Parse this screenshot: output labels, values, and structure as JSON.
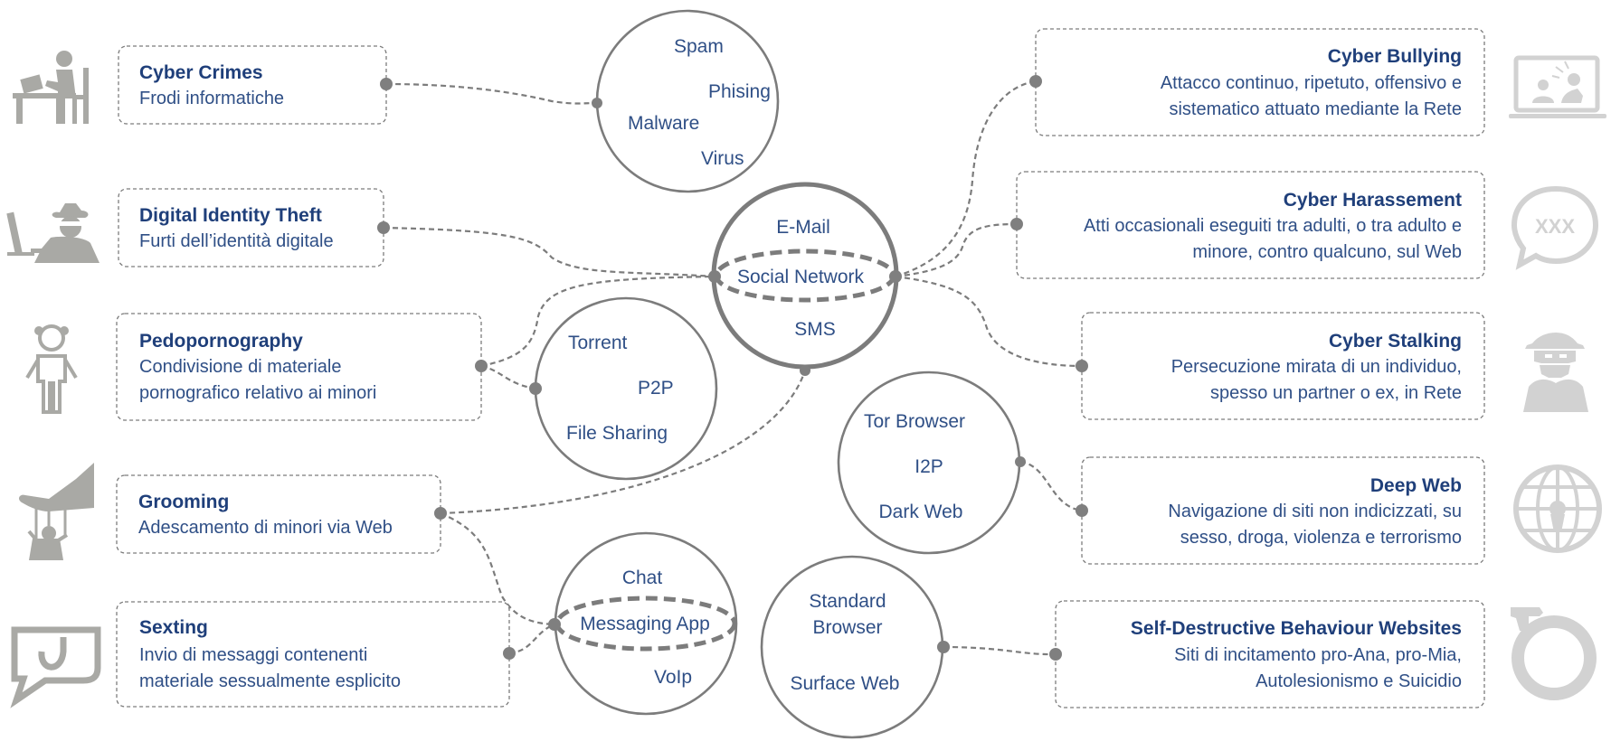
{
  "left_boxes": [
    {
      "title": "Cyber Crimes",
      "lines": [
        "Frodi informatiche"
      ]
    },
    {
      "title": "Digital Identity Theft",
      "lines": [
        "Furti dell’identità digitale"
      ]
    },
    {
      "title": "Pedopornography",
      "lines": [
        "Condivisione di materiale",
        "pornografico relativo ai minori"
      ]
    },
    {
      "title": "Grooming",
      "lines": [
        "Adescamento di minori via Web"
      ]
    },
    {
      "title": "Sexting",
      "lines": [
        "Invio di messaggi contenenti",
        "materiale sessualmente esplicito"
      ]
    }
  ],
  "right_boxes": [
    {
      "title": "Cyber Bullying",
      "lines": [
        "Attacco continuo, ripetuto, offensivo e",
        "sistematico attuato mediante la Rete"
      ]
    },
    {
      "title": "Cyber Harassement",
      "lines": [
        "Atti occasionali eseguiti tra adulti, o tra adulto e",
        "minore, contro qualcuno, sul Web"
      ]
    },
    {
      "title": "Cyber Stalking",
      "lines": [
        "Persecuzione mirata di un individuo,",
        "spesso un partner o ex,  in Rete"
      ]
    },
    {
      "title": "Deep Web",
      "lines": [
        "Navigazione di siti non indicizzati, su",
        "sesso, droga, violenza e terrorismo"
      ]
    },
    {
      "title": "Self-Destructive Behaviour Websites",
      "lines": [
        "Siti di incitamento pro-Ana, pro-Mia,",
        "Autolesionismo e Suicidio"
      ]
    }
  ],
  "circles": {
    "malware": [
      "Spam",
      "Phising",
      "Malware",
      "Virus"
    ],
    "social": [
      "E-Mail",
      "Social Network",
      "SMS"
    ],
    "p2p": [
      "Torrent",
      "P2P",
      "File Sharing"
    ],
    "dark": [
      "Tor Browser",
      "I2P",
      "Dark Web"
    ],
    "messaging": [
      "Chat",
      "Messaging App",
      "VoIp"
    ],
    "surface": [
      "Standard",
      "Browser",
      "Surface Web"
    ]
  },
  "harassment_icon_text": "XXX",
  "colors": {
    "text": "#2f4f86",
    "title": "#1f3f7a",
    "line": "#7c7c7c",
    "icon": "#a9a9a5",
    "icon_light": "#d2d2d2"
  },
  "icons": [
    "computer-desk-icon",
    "hacker-thief-icon",
    "child-icon",
    "puppet-hand-icon",
    "speech-bubble-icon",
    "laptop-bullying-icon",
    "xxx-bubble-icon",
    "spy-icon",
    "globe-icon",
    "gun-noose-icon"
  ]
}
